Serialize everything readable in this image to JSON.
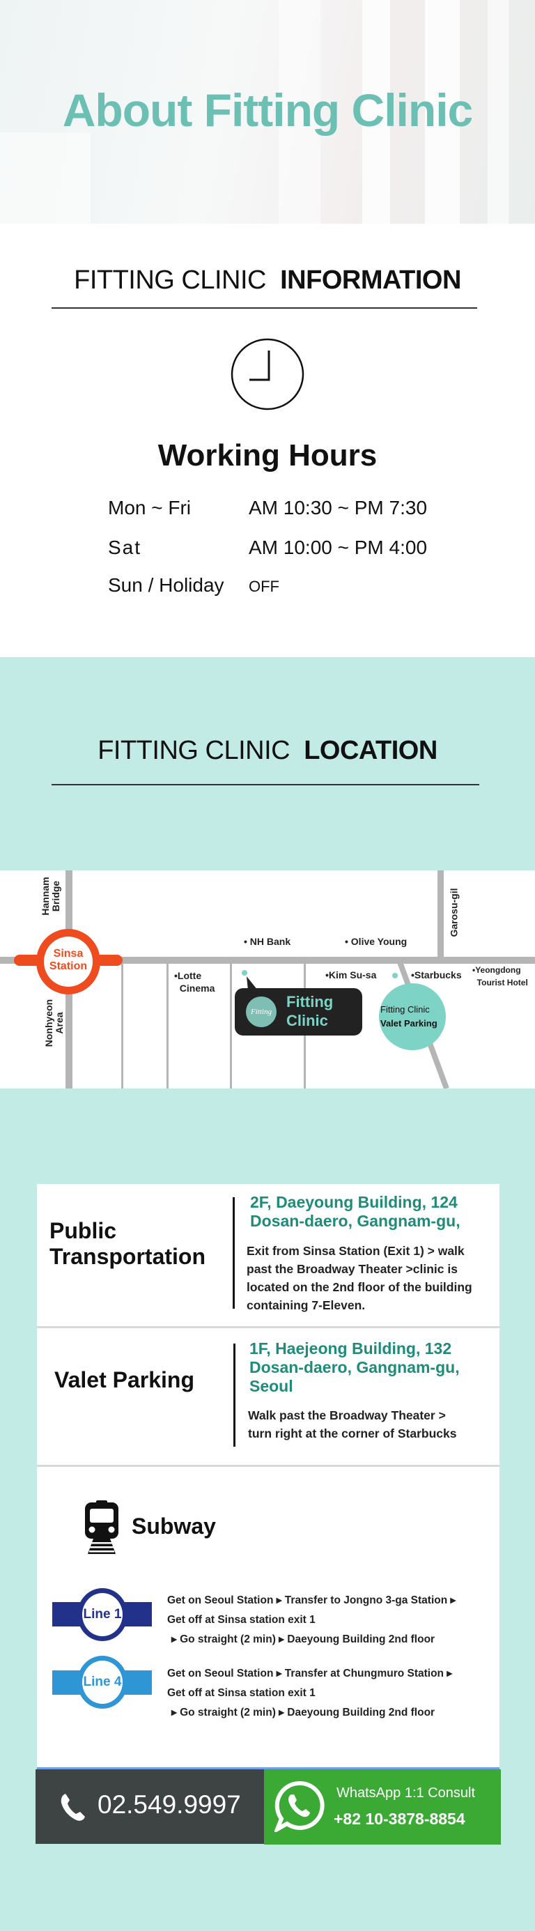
{
  "hero": {
    "title": "About Fitting Clinic"
  },
  "info": {
    "title_light": "FITTING CLINIC",
    "title_bold": "INFORMATION",
    "hours_title": "Working Hours",
    "hours": [
      {
        "day": "Mon ~ Fri",
        "time": "AM 10:30 ~ PM 7:30"
      },
      {
        "day": "Sat",
        "time": "AM 10:00 ~ PM 4:00"
      },
      {
        "day": "Sun / Holiday",
        "time": "OFF"
      }
    ]
  },
  "location": {
    "title_light": "FITTING CLINIC",
    "title_bold": "LOCATION"
  },
  "map": {
    "station_line1": "Sinsa",
    "station_line2": "Station",
    "hannam1": "Hannam",
    "hannam2": "Bridge",
    "nonhyeon1": "Nonhyeon",
    "nonhyeon2": "Area",
    "garosu": "Garosu-gil",
    "nh_bank": "NH Bank",
    "olive_young": "Olive Young",
    "lotte1": "Lotte",
    "lotte2": "Cinema",
    "kim_susa": "Kim Su-sa",
    "starbucks": "Starbucks",
    "yeongdong1": "Yeongdong",
    "yeongdong2": "Tourist Hotel",
    "clinic1": "Fitting",
    "clinic2": "Clinic",
    "valet1": "Fitting Clinic",
    "valet2": "Valet Parking",
    "logo_text": "Fitting"
  },
  "directions": [
    {
      "title1": "Public",
      "title2": "Transportation",
      "address": [
        "2F, Daeyoung Building, 124",
        "Dosan-daero, Gangnam-gu,"
      ],
      "desc": [
        "Exit from Sinsa Station (Exit 1) > walk",
        "past the Broadway Theater >clinic is",
        "located on the 2nd floor of the building",
        "containing 7-Eleven."
      ]
    },
    {
      "title1": "Valet Parking",
      "address": [
        "1F, Haejeong Building, 132",
        "Dosan-daero, Gangnam-gu,",
        "Seoul"
      ],
      "desc": [
        "Walk past the Broadway Theater >",
        "turn right at the corner of Starbucks"
      ]
    }
  ],
  "subway": {
    "title": "Subway",
    "lines": [
      {
        "label": "Line 1",
        "color": "#22318a",
        "steps": [
          "Get on Seoul Station ▸ Transfer to Jongno 3-ga Station ▸",
          "Get off at Sinsa station exit 1",
          "▸ Go straight (2 min) ▸ Daeyoung Building 2nd floor"
        ]
      },
      {
        "label": "Line 4",
        "color": "#2f96d6",
        "steps": [
          "Get on Seoul Station  ▸ Transfer at Chungmuro Station ▸",
          "Get off at Sinsa station exit 1",
          "▸ Go straight (2 min) ▸ Daeyoung Building 2nd floor"
        ]
      }
    ]
  },
  "footer": {
    "phone": "02.549.9997",
    "whatsapp_label": "WhatsApp 1:1 Consult",
    "whatsapp_number": "+82 10-3878-8854"
  },
  "colors": {
    "teal": "#6cbfb3",
    "bg": "#c2ebe6",
    "station": "#ee4b1f",
    "green": "#3aaa35",
    "dark": "#3d4443"
  }
}
